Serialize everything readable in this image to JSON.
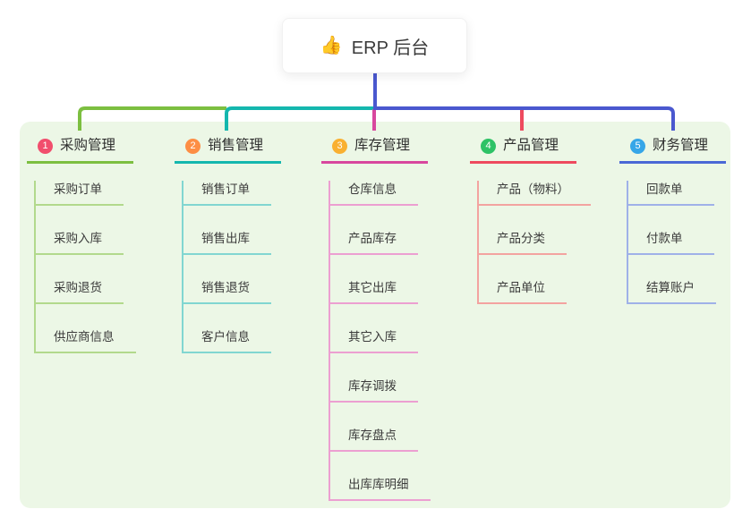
{
  "root": {
    "title": "ERP 后台",
    "icon": "thumbs-up",
    "icon_glyph": "👍"
  },
  "panel": {
    "background": "#ecf7e6"
  },
  "connectors": {
    "root_color": "#4a58cf"
  },
  "branches": [
    {
      "badge": "1",
      "title": "采购管理",
      "badge_color": "#f14e6d",
      "line_color": "#7cbf40",
      "light_color": "#b2d98c",
      "children": [
        "采购订单",
        "采购入库",
        "采购退货",
        "供应商信息"
      ]
    },
    {
      "badge": "2",
      "title": "销售管理",
      "badge_color": "#fd8e44",
      "line_color": "#14b7ae",
      "light_color": "#81d6d1",
      "children": [
        "销售订单",
        "销售出库",
        "销售退货",
        "客户信息"
      ]
    },
    {
      "badge": "3",
      "title": "库存管理",
      "badge_color": "#f9b031",
      "line_color": "#d8479e",
      "light_color": "#ec9fd1",
      "children": [
        "仓库信息",
        "产品库存",
        "其它出库",
        "其它入库",
        "库存调拨",
        "库存盘点",
        "出库库明细"
      ]
    },
    {
      "badge": "4",
      "title": "产品管理",
      "badge_color": "#2ec266",
      "line_color": "#ee4a5e",
      "light_color": "#f3a3a0",
      "children": [
        "产品（物料）",
        "产品分类",
        "产品单位"
      ]
    },
    {
      "badge": "5",
      "title": "财务管理",
      "badge_color": "#36a6e8",
      "line_color": "#4a68d6",
      "light_color": "#9fb1e8",
      "children": [
        "回款单",
        "付款单",
        "结算账户"
      ]
    }
  ]
}
